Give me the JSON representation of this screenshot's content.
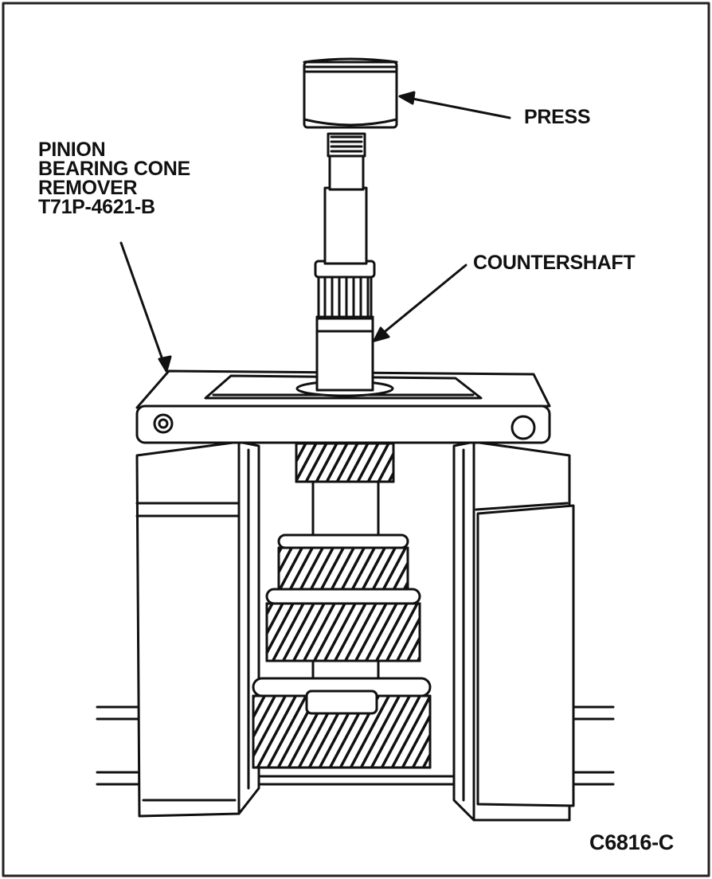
{
  "labels": {
    "press": "PRESS",
    "remover_line1": "PINION",
    "remover_line2": "BEARING CONE",
    "remover_line3": "REMOVER",
    "remover_line4": "T71P-4621-B",
    "countershaft": "COUNTERSHAFT",
    "figure_code": "C6816-C"
  },
  "colors": {
    "ink": "#111111",
    "paper": "#ffffff",
    "frame": "#222222"
  }
}
